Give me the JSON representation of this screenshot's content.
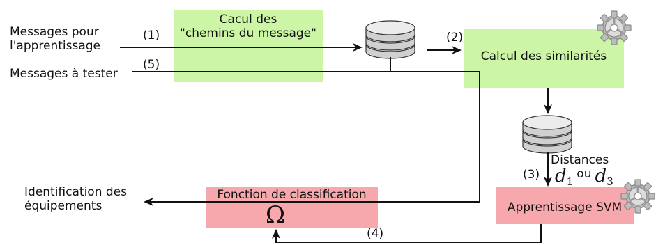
{
  "colors": {
    "green_box": "#ccf5a6",
    "red_box": "#f6a8ad",
    "disk_fill": "#d8d8d8",
    "disk_stroke": "#333333",
    "gear": "#b3b3b3",
    "line": "#111111"
  },
  "inputs": {
    "learning_messages_line1": "Messages pour",
    "learning_messages_line2": "l'apprentissage",
    "test_messages": "Messages à tester"
  },
  "steps": {
    "s1": "(1)",
    "s2": "(2)",
    "s3": "(3)",
    "s4": "(4)",
    "s5": "(5)"
  },
  "boxes": {
    "paths": {
      "line1": "Cacul des",
      "line2": "\"chemins du message\""
    },
    "similarities": {
      "label": "Calcul des similarités"
    },
    "svm": {
      "label": "Apprentissage SVM"
    },
    "classification": {
      "label": "Fonction de classification",
      "symbol": "Ω"
    }
  },
  "distances": {
    "label": "Distances",
    "d1_base": "d",
    "d1_sub": "1",
    "or": "ou",
    "d3_base": "d",
    "d3_sub": "3"
  },
  "output": {
    "line1": "Identification des",
    "line2": "équipements"
  },
  "icons": [
    "database-icon",
    "gear-icon"
  ]
}
